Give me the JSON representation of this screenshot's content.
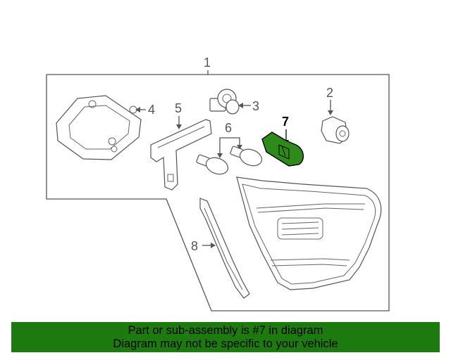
{
  "diagram": {
    "callouts": [
      "1",
      "2",
      "3",
      "4",
      "5",
      "6",
      "7",
      "8"
    ],
    "highlight_color": "#2e8b1a",
    "highlighted_part": "7"
  },
  "banner": {
    "line1": "Part or sub-assembly is #7 in diagram",
    "line2": "Diagram may not be specific to your vehicle",
    "background": "#1d7a0f"
  }
}
